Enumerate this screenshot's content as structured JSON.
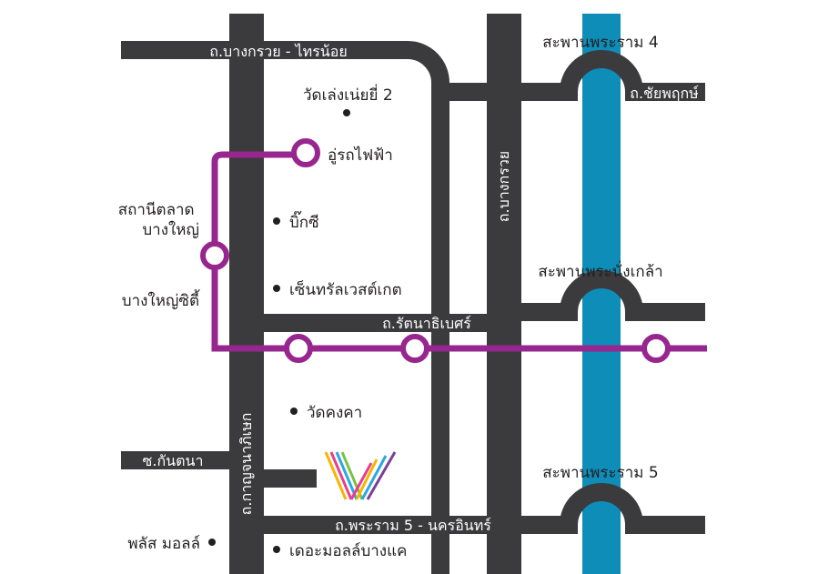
{
  "colors": {
    "road": "#3b3a3c",
    "river": "#0e8db8",
    "metro_line": "#97278e",
    "text_dark": "#231f20",
    "text_light": "#ffffff",
    "station_fill": "#ffffff"
  },
  "roads": {
    "bang_kruai_sai_noi": "ถ.บางกรวย - ไทรน้อย",
    "chaiyaphruek": "ถ.ชัยพฤกษ์",
    "rattanathibet": "ถ.รัตนาธิเบศร์",
    "rama5_nakhon_in": "ถ.พระราม 5 - นครอินทร์",
    "bang_kruai_vertical": "ถ.บางกรวย",
    "soi_kan_tana": "ซ.กันตนา",
    "kanchanaphisek": "ถ.กาญจนาภิเษก"
  },
  "bridges": {
    "rama4": "สะพานพระราม 4",
    "phra_nang_klao": "สะพานพระนั่งเกล้า",
    "rama5": "สะพานพระราม 5"
  },
  "stations": {
    "depot": "อู่รถไฟฟ้า",
    "talad_bang_yai": "สถานีตลาด\nบางใหญ่",
    "bang_yai_city": "บางใหญ่ซิตี้"
  },
  "places": {
    "wat_len_noi_yi": "วัดเล่งเน่ยยี่ 2",
    "big_c": "บิ๊กซี",
    "central_westgate": "เซ็นทรัลเวสต์เกต",
    "wat_khongkha": "วัดคงคา",
    "plus_mall": "พลัส มอลล์",
    "the_mall_bang_khae": "เดอะมอลล์บางแค"
  },
  "icons": {
    "project_logo": "colorful-w-logo-icon",
    "poi_marker": "dot-marker-icon",
    "station_marker": "station-ring-icon"
  }
}
